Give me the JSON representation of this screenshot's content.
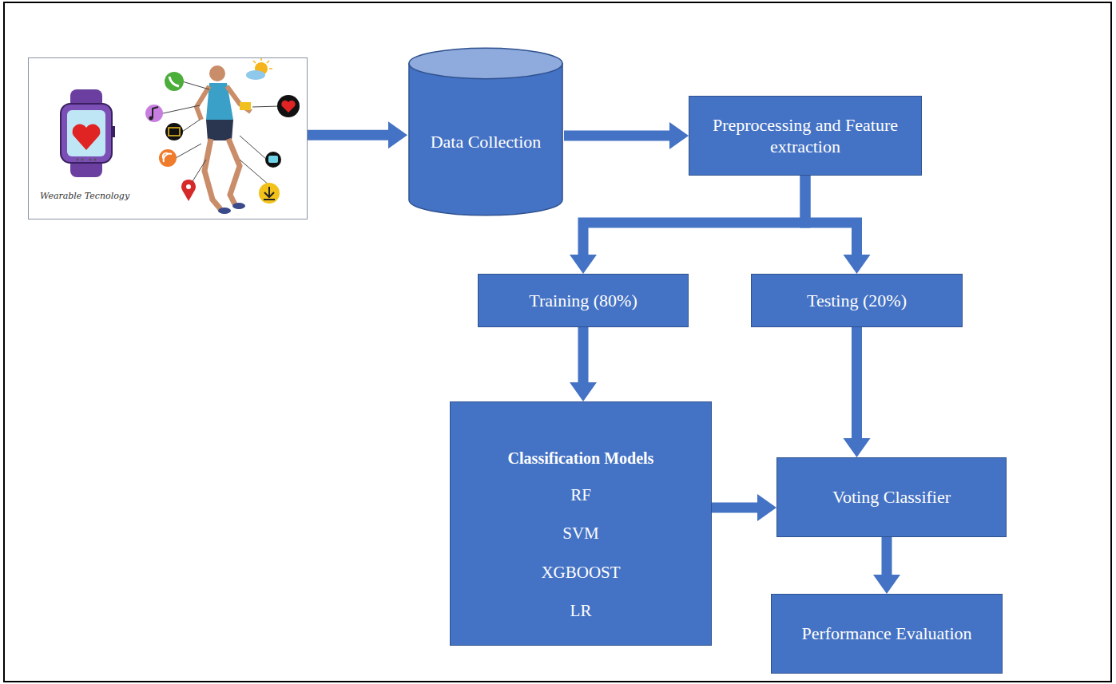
{
  "diagram": {
    "nodes": [
      {
        "text": [
          "Wearable Tecnology"
        ]
      },
      {
        "text": [
          "Data Collection"
        ]
      },
      {
        "text": [
          "Preprocessing and Feature extraction"
        ]
      },
      {
        "text": [
          "Training (80%)"
        ]
      },
      {
        "text": [
          "Testing (20%)"
        ]
      },
      {
        "text": [
          "Classification Models",
          "RF",
          "SVM",
          "XGBOOST",
          "LR"
        ]
      },
      {
        "text": [
          "Voting Classifier"
        ]
      },
      {
        "text": [
          "Performance Evaluation"
        ]
      }
    ],
    "edges": [
      {
        "from": 0,
        "to": 1,
        "arrow": "to"
      },
      {
        "from": 1,
        "to": 2,
        "arrow": "to"
      },
      {
        "from": 2,
        "to": 3,
        "arrow": "to"
      },
      {
        "from": 2,
        "to": 4,
        "arrow": "to"
      },
      {
        "from": 3,
        "to": 5,
        "arrow": "to"
      },
      {
        "from": 5,
        "to": 6,
        "arrow": "to"
      },
      {
        "from": 4,
        "to": 6,
        "arrow": "to"
      },
      {
        "from": 6,
        "to": 7,
        "arrow": "to"
      }
    ]
  }
}
